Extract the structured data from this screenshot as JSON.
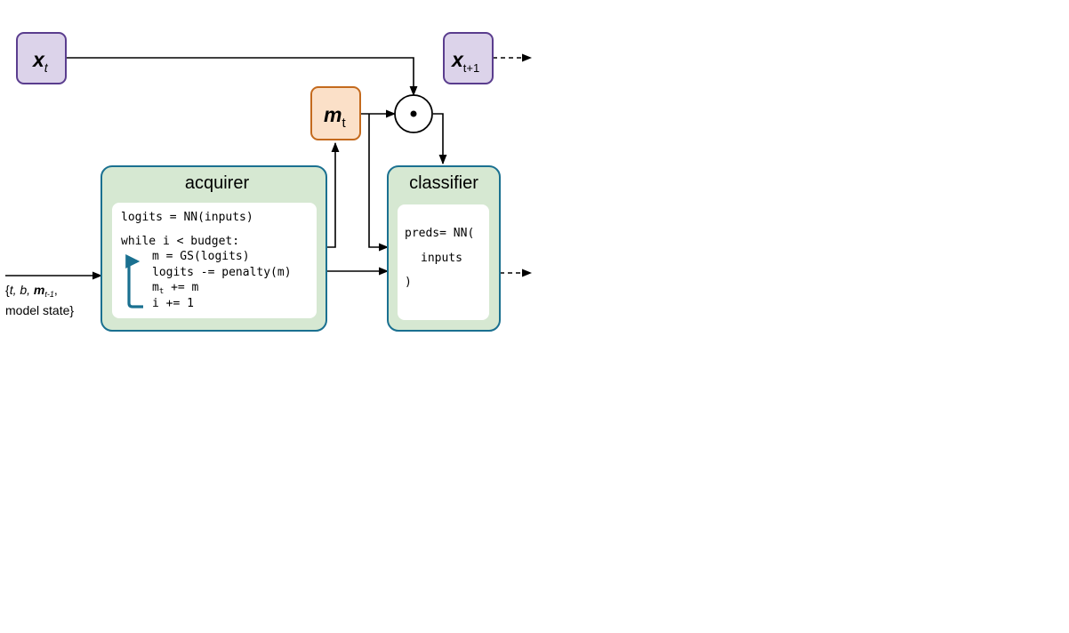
{
  "colors": {
    "input_fill": "#dcd3ea",
    "input_stroke": "#5a3d8e",
    "mask_fill": "#fbe0c8",
    "mask_stroke": "#c46a1d",
    "module_fill": "#d6e8d2",
    "module_stroke": "#1a7090",
    "loop_arrow": "#1a7090",
    "line": "#000000"
  },
  "nodes": {
    "x_t": {
      "main": "x",
      "sub": "t"
    },
    "x_t1": {
      "main": "x",
      "sub": "t+1"
    },
    "m_t": {
      "main": "m",
      "sub": "t"
    },
    "product": {
      "symbol": "•"
    }
  },
  "acquirer": {
    "title": "acquirer",
    "line1": "logits = NN(inputs)",
    "line2": "while i < budget:",
    "line3": "m = GS(logits)",
    "line4": "logits -= penalty(m)",
    "line5_main": "m",
    "line5_sub": "t",
    "line5_rest": " += m",
    "line6": "i += 1"
  },
  "classifier": {
    "title": "classifier",
    "line1": "preds= NN(",
    "line2": "inputs",
    "line3": ")"
  },
  "state_input": {
    "open": "{",
    "t": "t,",
    "b": " b,",
    "m": " m",
    "m_sub": "t-1",
    "comma": ",",
    "line2": "model state}"
  }
}
